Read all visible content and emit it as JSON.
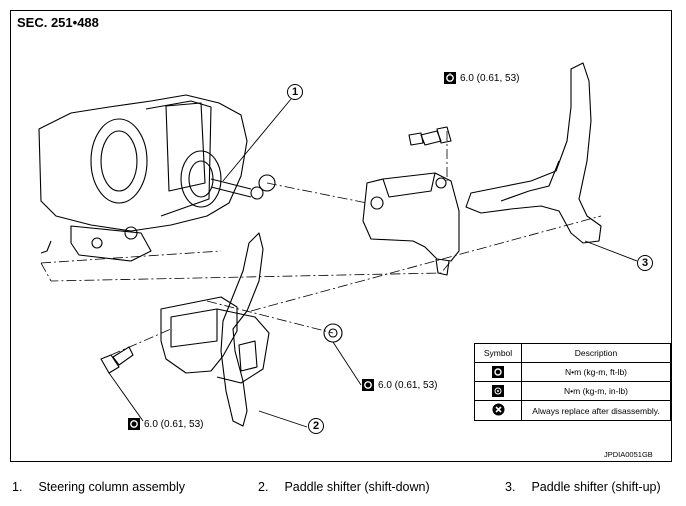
{
  "section": "SEC. 251•488",
  "torque": [
    {
      "icon": "torque-wrench-icon",
      "value": "6.0 (0.61, 53)"
    },
    {
      "icon": "torque-wrench-icon",
      "value": "6.0 (0.61, 53)"
    },
    {
      "icon": "torque-wrench-icon",
      "value": "6.0 (0.61, 53)"
    }
  ],
  "callouts": [
    "1",
    "2",
    "3"
  ],
  "symbol_table": {
    "headers": [
      "Symbol",
      "Description"
    ],
    "rows": [
      {
        "icon": "torque-wrench-icon",
        "description": "N•m (kg-m, ft-lb)"
      },
      {
        "icon": "torque-wrench-small-icon",
        "description": "N•m (kg-m, in-lb)"
      },
      {
        "icon": "replace-part-icon",
        "description": "Always replace after disassembly."
      }
    ]
  },
  "figure_id": "JPDIA0051GB",
  "legend": [
    {
      "num": "1.",
      "label": "Steering column assembly"
    },
    {
      "num": "2.",
      "label": "Paddle shifter (shift-down)"
    },
    {
      "num": "3.",
      "label": "Paddle shifter (shift-up)"
    }
  ]
}
